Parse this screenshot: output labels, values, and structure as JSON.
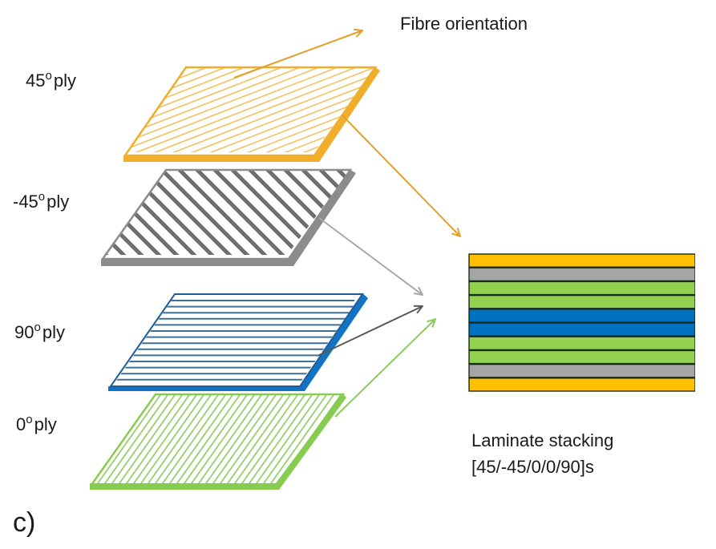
{
  "title": "Fibre orientation",
  "plies": [
    {
      "name": "45-ply",
      "angle": "45",
      "suffix": "ply",
      "color": "#F0AE2A",
      "stripe_color": "#F2C25E"
    },
    {
      "name": "minus45-ply",
      "angle": "-45",
      "suffix": "ply",
      "color": "#8C8C8C",
      "stripe_color": "#6E6E6E"
    },
    {
      "name": "90-ply",
      "angle": "90",
      "suffix": "ply",
      "color": "#1273C4",
      "stripe_color": "#3F6F95"
    },
    {
      "name": "0-ply",
      "angle": "0",
      "suffix": "ply",
      "color": "#86CC4E",
      "stripe_color": "#8DCB5C"
    }
  ],
  "degree_symbol": "o",
  "stack": {
    "caption_line1": "Laminate stacking",
    "caption_line2": "[45/-45/0/0/90]s",
    "layers": [
      "45",
      "-45",
      "0",
      "0",
      "90",
      "90",
      "0",
      "0",
      "-45",
      "45"
    ],
    "layer_colors": {
      "45": "#FFC000",
      "-45": "#A5A5A5",
      "0": "#92D050",
      "90": "#0070C0"
    }
  },
  "panel_label": "c)"
}
